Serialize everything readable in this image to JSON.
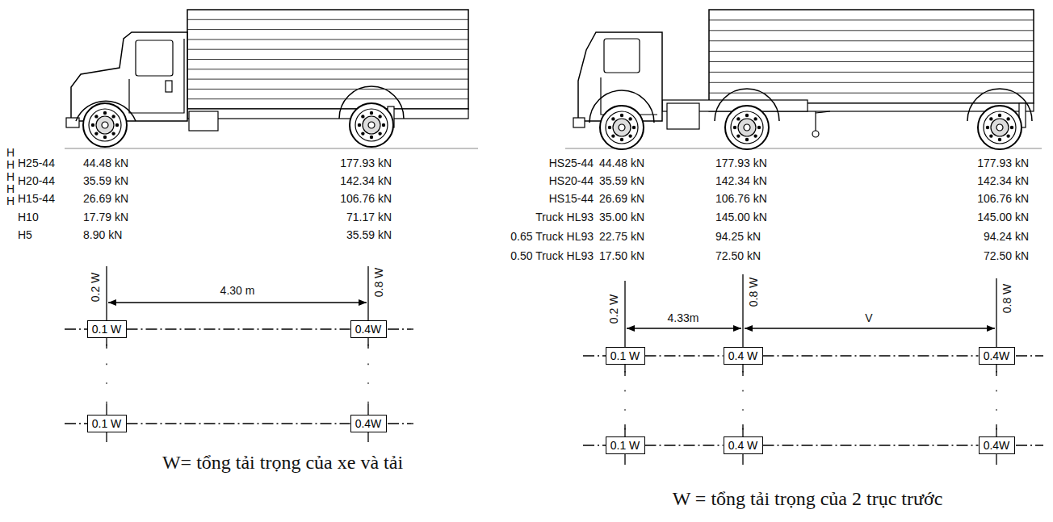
{
  "diagram": {
    "nodes": [
      {
        "text": [
          "0.1 W"
        ]
      },
      {
        "text": [
          "0.4W"
        ]
      },
      {
        "text": [
          "0.1 W"
        ]
      },
      {
        "text": [
          "0.4W"
        ]
      },
      {
        "text": [
          "0.1 W"
        ]
      },
      {
        "text": [
          "0.4 W"
        ]
      },
      {
        "text": [
          "0.4W"
        ]
      },
      {
        "text": [
          "0.1 W"
        ]
      },
      {
        "text": [
          "0.4 W"
        ]
      },
      {
        "text": [
          "0.4W"
        ]
      }
    ],
    "edges": [
      {
        "from": 0,
        "to": 1,
        "arrow": "none"
      },
      {
        "from": 2,
        "to": 3,
        "arrow": "none"
      },
      {
        "from": 0,
        "to": 2,
        "arrow": "none"
      },
      {
        "from": 1,
        "to": 3,
        "arrow": "none"
      },
      {
        "from": 4,
        "to": 5,
        "arrow": "none"
      },
      {
        "from": 5,
        "to": 6,
        "arrow": "none"
      },
      {
        "from": 7,
        "to": 8,
        "arrow": "none"
      },
      {
        "from": 8,
        "to": 9,
        "arrow": "none"
      },
      {
        "from": 4,
        "to": 7,
        "arrow": "none"
      },
      {
        "from": 5,
        "to": 8,
        "arrow": "none"
      },
      {
        "from": 6,
        "to": 9,
        "arrow": "none"
      }
    ],
    "labels": [
      "H",
      "H",
      "H",
      "H",
      "H",
      "H25-44",
      "44.48 kN",
      "177.93 kN",
      "H20-44",
      "35.59 kN",
      "142.34 kN",
      "H15-44",
      "26.69 kN",
      "106.76 kN",
      "H10",
      "17.79 kN",
      "71.17 kN",
      "H5",
      "8.90 kN",
      "35.59 kN",
      "HS25-44",
      "44.48 kN",
      "177.93 kN",
      "177.93 kN",
      "HS20-44",
      "35.59 kN",
      "142.34 kN",
      "142.34 kN",
      "HS15-44",
      "26.69 kN",
      "106.76 kN",
      "106.76 kN",
      "Truck HL93",
      "35.00 kN",
      "145.00 kN",
      "145.00 kN",
      "0.65 Truck HL93",
      "22.75 kN",
      "94.25 kN",
      "94.24 kN",
      "0.50 Truck HL93",
      "17.50 kN",
      "72.50 kN",
      "72.50 kN",
      "0.2 W",
      "4.30 m",
      "0.8 W",
      "W= tổng tải trọng của xe và tải",
      "0.2 W",
      "4.33m",
      "V",
      "0.8 W",
      "0.8 W",
      "W = tổng tải trọng của 2 trục trước"
    ]
  }
}
